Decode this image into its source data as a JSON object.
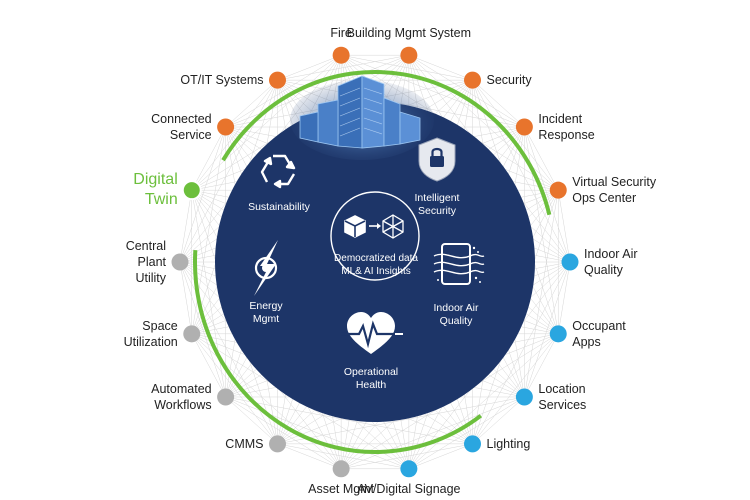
{
  "colors": {
    "orange": "#e8742c",
    "blue": "#2aa6e0",
    "gray": "#b0b0b0",
    "green": "#6cbf3c",
    "navy": "#1d3568"
  },
  "outer_nodes": [
    {
      "label": "Building Mgmt System",
      "group": "orange"
    },
    {
      "label": "Security",
      "group": "orange"
    },
    {
      "label": "Incident\nResponse",
      "group": "orange"
    },
    {
      "label": "Virtual Security\nOps Center",
      "group": "orange"
    },
    {
      "label": "Indoor Air\nQuality",
      "group": "blue"
    },
    {
      "label": "Occupant\nApps",
      "group": "blue"
    },
    {
      "label": "Location\nServices",
      "group": "blue"
    },
    {
      "label": "Lighting",
      "group": "blue"
    },
    {
      "label": "AV/Digital Signage",
      "group": "blue"
    },
    {
      "label": "Asset Mgmt",
      "group": "gray"
    },
    {
      "label": "CMMS",
      "group": "gray"
    },
    {
      "label": "Automated\nWorkflows",
      "group": "gray"
    },
    {
      "label": "Space\nUtilization",
      "group": "gray"
    },
    {
      "label": "Central\nPlant\nUtility",
      "group": "gray"
    },
    {
      "label": "Digital\nTwin",
      "group": "green"
    },
    {
      "label": "Connected\nService",
      "group": "orange"
    },
    {
      "label": "OT/IT Systems",
      "group": "orange"
    },
    {
      "label": "Fire",
      "group": "orange"
    }
  ],
  "inner_items": [
    {
      "label": "Sustainability",
      "icon": "recycle-icon"
    },
    {
      "label": "Intelligent\nSecurity",
      "icon": "shield-lock-icon"
    },
    {
      "label": "Energy\nMgmt",
      "icon": "energy-bolt-icon"
    },
    {
      "label": "Indoor Air\nQuality",
      "icon": "air-quality-icon"
    },
    {
      "label": "Operational\nHealth",
      "icon": "heart-pulse-icon"
    }
  ],
  "center": {
    "label": "Democratized data\nML& AI Insights",
    "icon": "cube-transform-icon"
  },
  "top_image": "building-icon"
}
